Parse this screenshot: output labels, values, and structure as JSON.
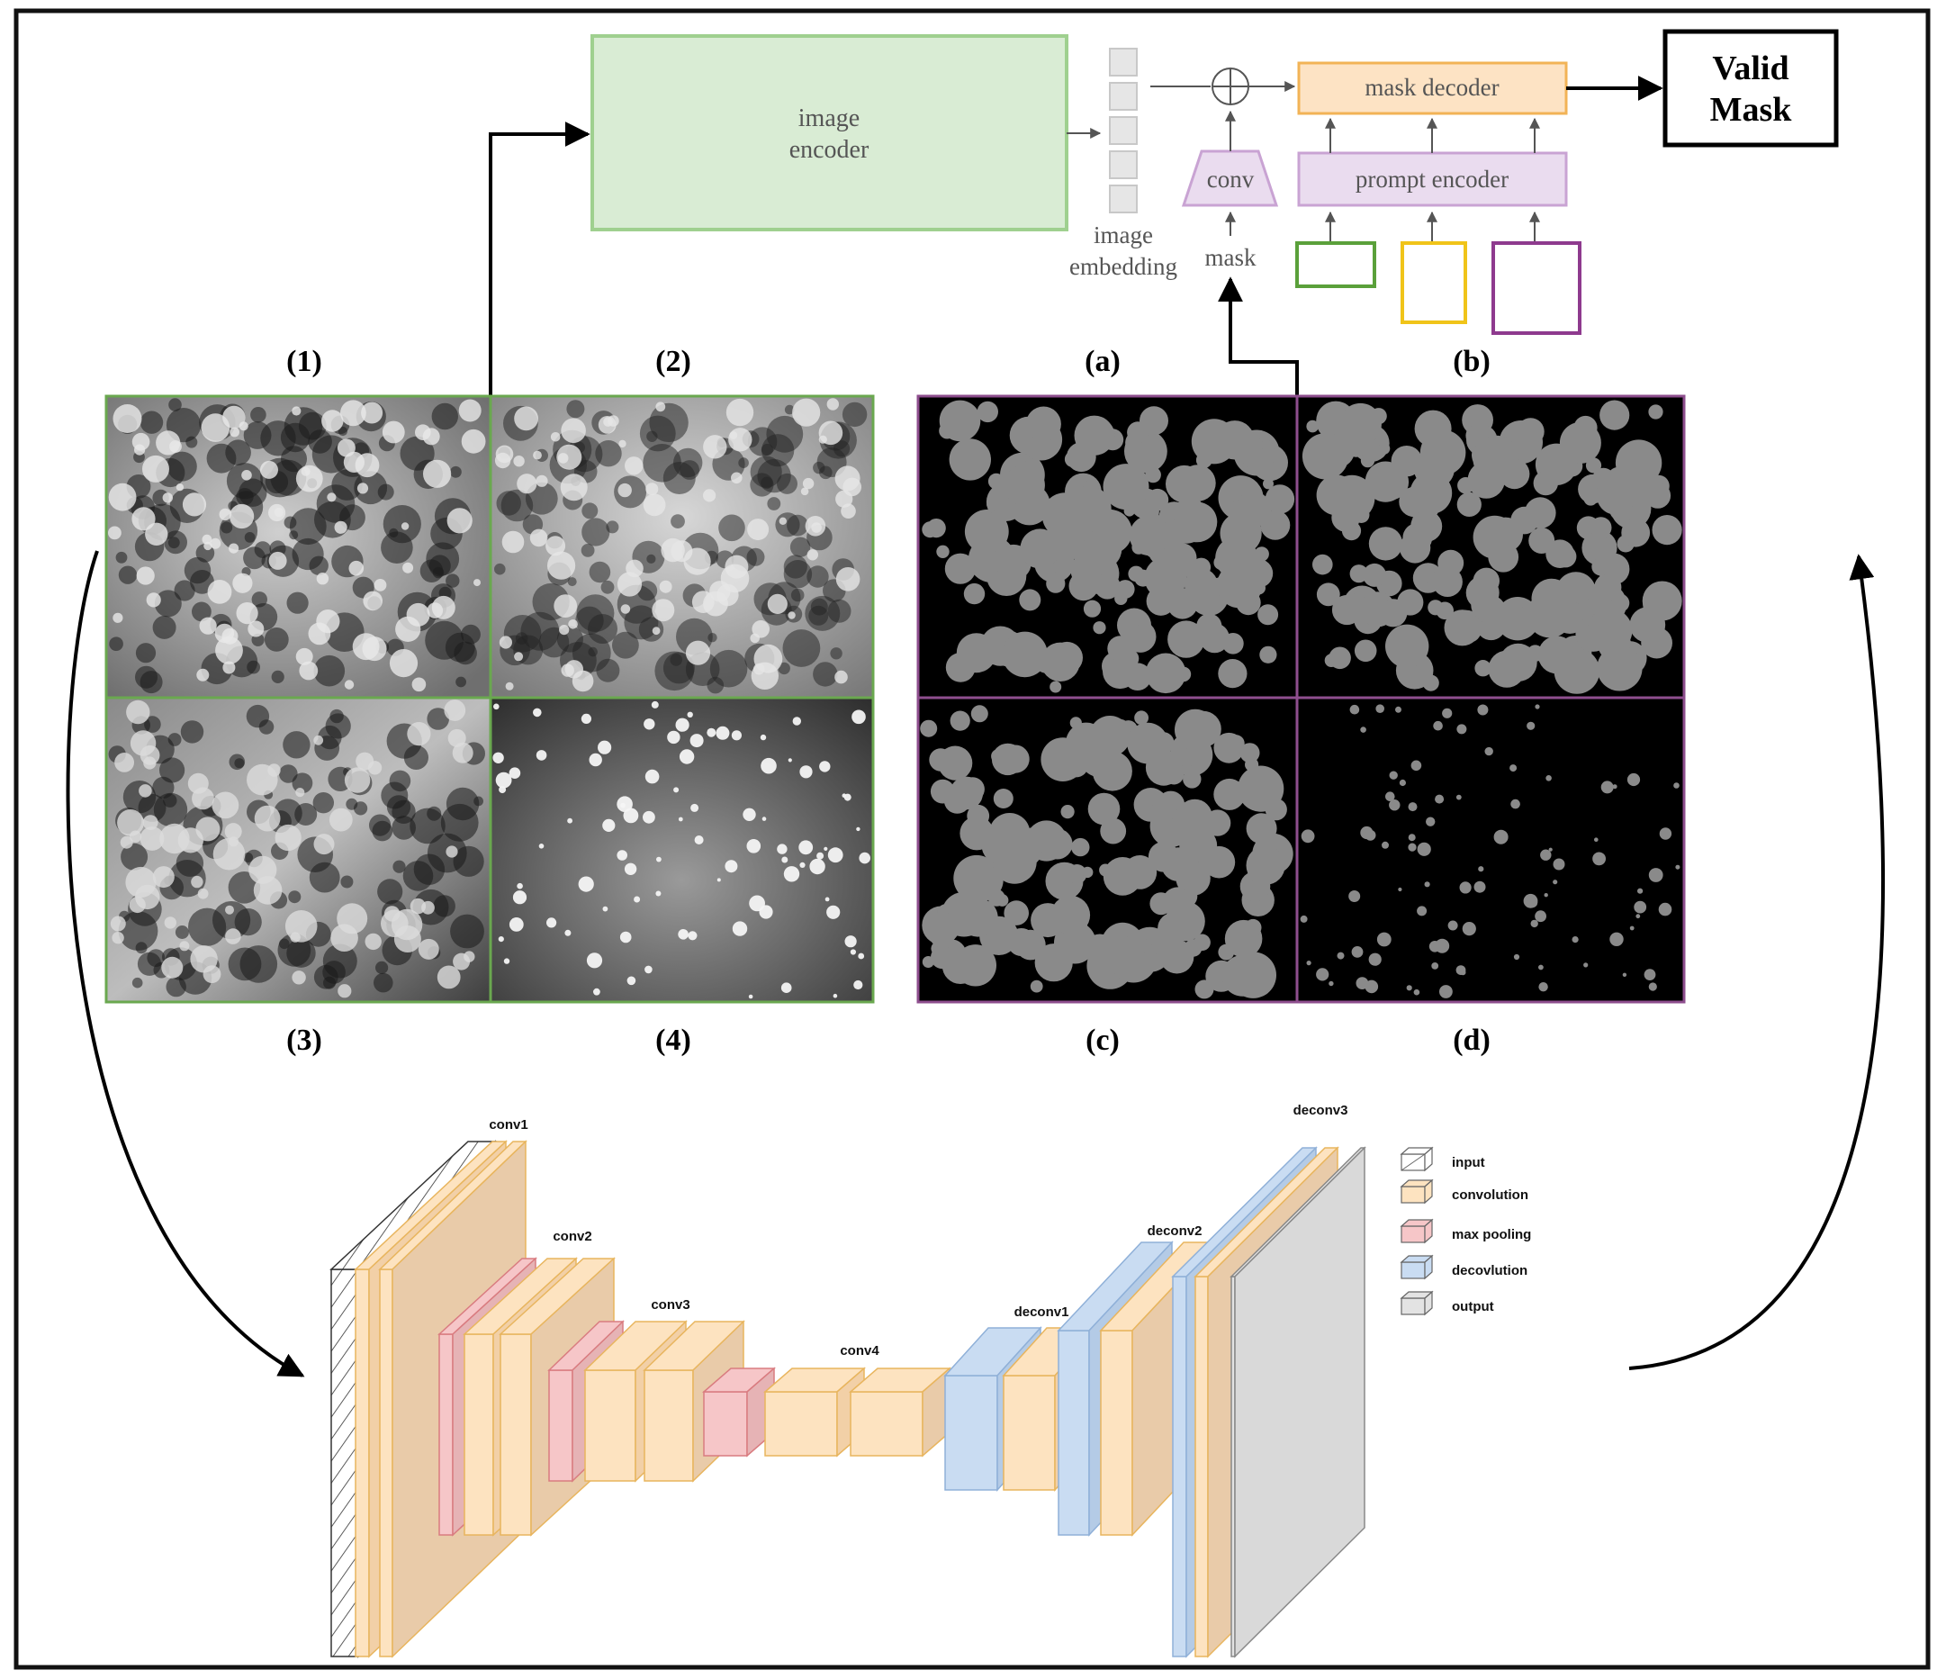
{
  "sam": {
    "image_encoder_line1": "image",
    "image_encoder_line2": "encoder",
    "embedding_line1": "image",
    "embedding_line2": "embedding",
    "conv_label": "conv",
    "mask_label": "mask",
    "mask_decoder_label": "mask decoder",
    "prompt_encoder_label": "prompt encoder",
    "output_line1": "Valid",
    "output_line2": "Mask"
  },
  "panel_labels": {
    "p1": "(1)",
    "p2": "(2)",
    "p3": "(3)",
    "p4": "(4)",
    "pa": "(a)",
    "pb": "(b)",
    "pc": "(c)",
    "pd": "(d)"
  },
  "unet": {
    "conv1": "conv1",
    "conv2": "conv2",
    "conv3": "conv3",
    "conv4": "conv4",
    "deconv1": "deconv1",
    "deconv2": "deconv2",
    "deconv3": "deconv3"
  },
  "legend": [
    {
      "label": "input",
      "color": "#ffffff"
    },
    {
      "label": "convolution",
      "color": "#fde3c0"
    },
    {
      "label": "max pooling",
      "color": "#f6c6c8"
    },
    {
      "label": "decovlution",
      "color": "#c9dcf2"
    },
    {
      "label": "output",
      "color": "#e3e3e3"
    }
  ],
  "colors": {
    "encoder_fill": "#d9ecd4",
    "encoder_stroke": "#9fd08f",
    "decoder_fill": "#fde3c4",
    "decoder_stroke": "#f2b356",
    "prompt_fill": "#eadcef",
    "prompt_stroke": "#c9a3d3",
    "green_panel": "#6aa84f",
    "purple_panel": "#8e4e8e",
    "prompt_green": "#5aa03a",
    "prompt_yellow": "#f0c419",
    "prompt_purple": "#8e3a8e"
  }
}
